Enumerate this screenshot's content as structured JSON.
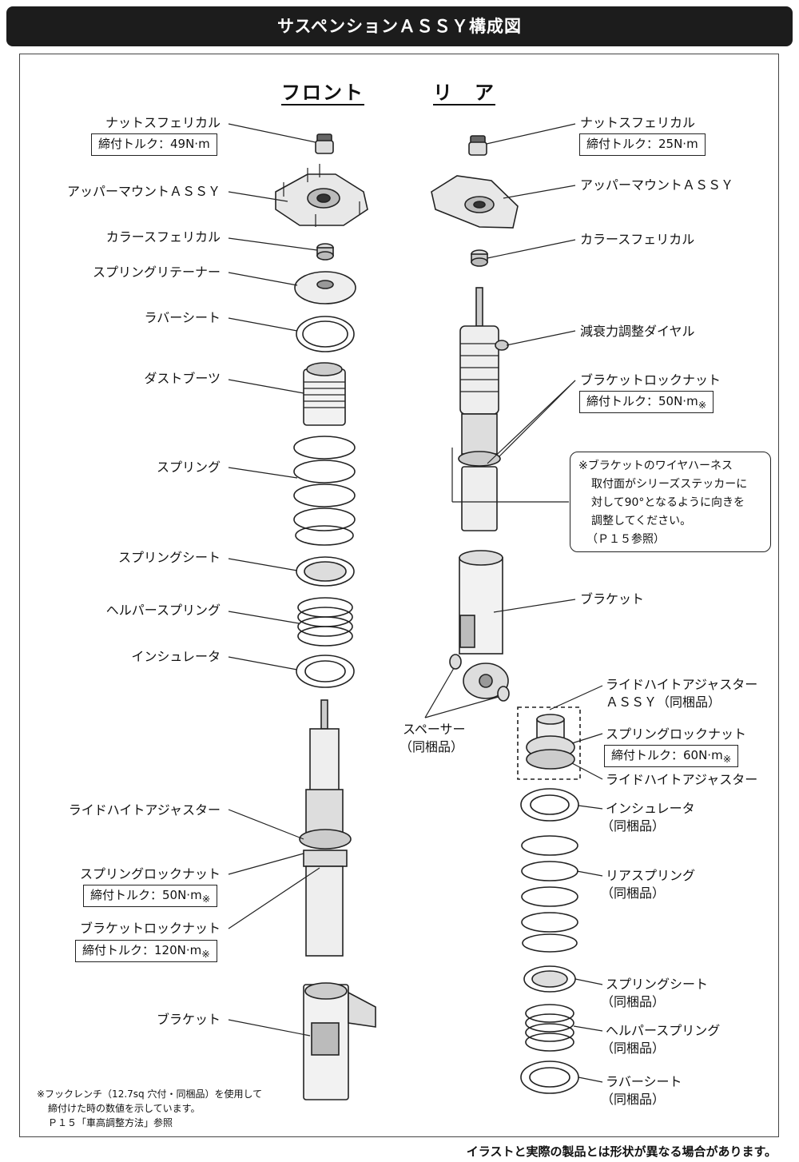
{
  "title": "サスペンションＡＳＳＹ構成図",
  "headers": {
    "front": "フロント",
    "rear": "リ　ア"
  },
  "front": {
    "nut": "ナットスフェリカル",
    "nut_torque": "締付トルク：49N·m",
    "upper_mount": "アッパーマウントＡＳＳＹ",
    "collar": "カラースフェリカル",
    "spring_retainer": "スプリングリテーナー",
    "rubber_seat": "ラバーシート",
    "dust_boots": "ダストブーツ",
    "spring": "スプリング",
    "spring_seat": "スプリングシート",
    "helper_spring": "ヘルパースプリング",
    "insulator": "インシュレータ",
    "ride_height_adjuster": "ライドハイトアジャスター",
    "spring_lock_nut": "スプリングロックナット",
    "spring_lock_nut_torque": "締付トルク：50N·m",
    "bracket_lock_nut": "ブラケットロックナット",
    "bracket_lock_nut_torque": "締付トルク：120N·m",
    "bracket": "ブラケット",
    "torque_mark": "※"
  },
  "rear": {
    "nut": "ナットスフェリカル",
    "nut_torque": "締付トルク：25N·m",
    "upper_mount": "アッパーマウントＡＳＳＹ",
    "collar": "カラースフェリカル",
    "damping_dial": "減衰力調整ダイヤル",
    "bracket_lock_nut": "ブラケットロックナット",
    "bracket_lock_nut_torque": "締付トルク：50N·m",
    "bracket": "ブラケット",
    "spacer": "スペーサー",
    "spacer_sub": "（同梱品）",
    "rha_assy_1": "ライドハイトアジャスター",
    "rha_assy_2": "ＡＳＳＹ（同梱品）",
    "spring_lock_nut": "スプリングロックナット",
    "spring_lock_nut_torque": "締付トルク：60N·m",
    "ride_height_adjuster": "ライドハイトアジャスター",
    "insulator": "インシュレータ",
    "insulator_sub": "（同梱品）",
    "rear_spring": "リアスプリング",
    "rear_spring_sub": "（同梱品）",
    "spring_seat": "スプリングシート",
    "spring_seat_sub": "（同梱品）",
    "helper_spring": "ヘルパースプリング",
    "helper_spring_sub": "（同梱品）",
    "rubber_seat": "ラバーシート",
    "rubber_seat_sub": "（同梱品）",
    "torque_mark": "※"
  },
  "note": {
    "line1": "※ブラケットのワイヤハーネス",
    "line2": "取付面がシリーズステッカーに",
    "line3": "対して90°となるように向きを",
    "line4": "調整してください。",
    "line5": "（Ｐ１５参照）"
  },
  "footnote": {
    "line1": "※フックレンチ（12.7sq 穴付・同梱品）を使用して",
    "line2": "締付けた時の数値を示しています。",
    "line3": "Ｐ１５「車高調整方法」参照"
  },
  "disclaimer": "イラストと実際の製品とは形状が異なる場合があります。"
}
